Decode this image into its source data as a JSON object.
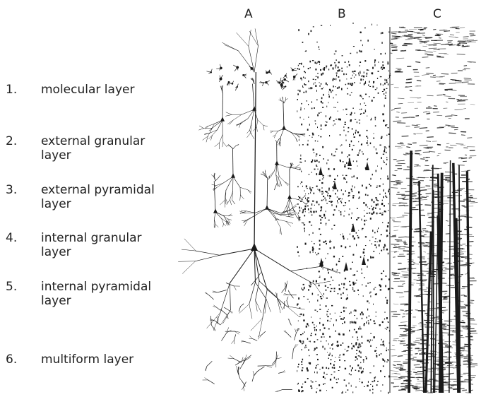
{
  "columns": [
    "A",
    "B",
    "C"
  ],
  "layers": [
    {
      "number": "1.",
      "name": "molecular layer"
    },
    {
      "number": "2.",
      "name": "external granular layer"
    },
    {
      "number": "3.",
      "name": "external pyramidal layer"
    },
    {
      "number": "4.",
      "name": "internal granular layer"
    },
    {
      "number": "5.",
      "name": "internal pyramidal layer"
    },
    {
      "number": "6.",
      "name": "multiform layer"
    }
  ],
  "colors": {
    "ink": "#1a1a1a",
    "background": "#ffffff"
  }
}
